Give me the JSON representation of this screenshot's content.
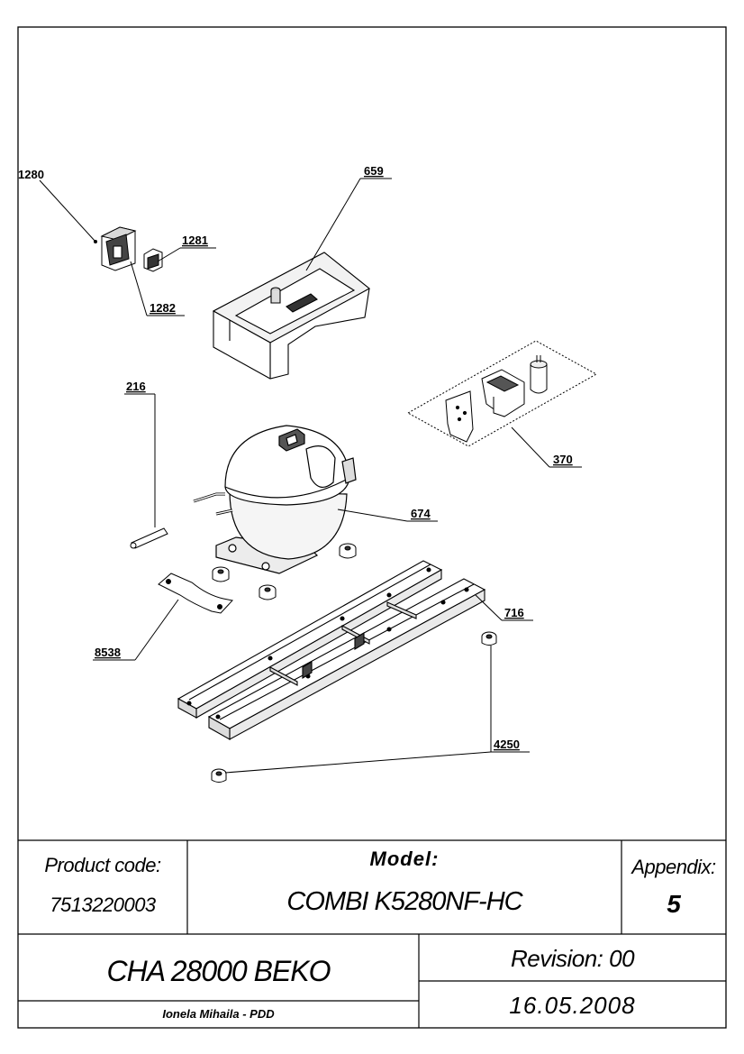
{
  "callouts": {
    "c1280": "1280",
    "c1281": "1281",
    "c1282": "1282",
    "c659": "659",
    "c216": "216",
    "c370": "370",
    "c674": "674",
    "c716": "716",
    "c8538": "8538",
    "c4250": "4250"
  },
  "title_block": {
    "product_code_label": "Product code:",
    "product_code_value": "7513220003",
    "model_label": "Model:",
    "model_value": "COMBI K5280NF-HC",
    "appendix_label": "Appendix:",
    "appendix_value": "5",
    "chassis": "CHA 28000 BEKO",
    "revision": "Revision: 00",
    "author": "Ionela Mihaila - PDD",
    "date": "16.05.2008"
  }
}
